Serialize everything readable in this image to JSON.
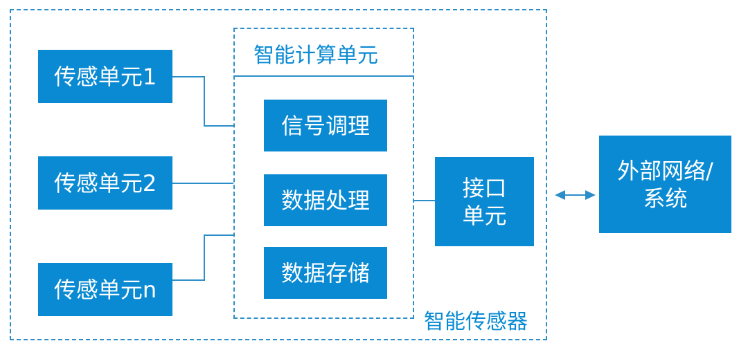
{
  "outer_label": "智能传感器",
  "compute_unit": {
    "title": "智能计算单元",
    "modules": [
      "信号调理",
      "数据处理",
      "数据存储"
    ]
  },
  "sensor_units": [
    "传感单元1",
    "传感单元2",
    "传感单元n"
  ],
  "interface_unit": "接口\n单元",
  "external": "外部网络/\n系统",
  "colors": {
    "box": "#0a8ad2",
    "line": "#2b8ec9",
    "background": "#ffffff"
  }
}
